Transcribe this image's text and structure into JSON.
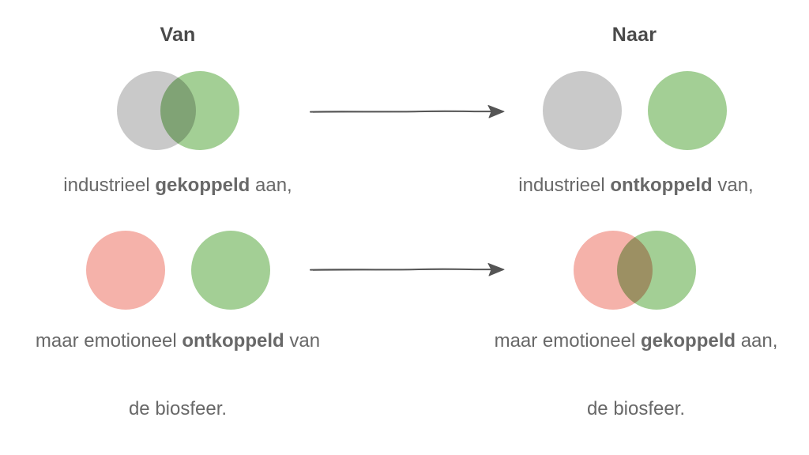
{
  "headers": {
    "left": "Van",
    "right": "Naar"
  },
  "colors": {
    "background": "#ffffff",
    "gray": "#c9c9c9",
    "green": "#a3cf95",
    "pink": "#f5b2aa",
    "heading_text": "#4a4a4a",
    "caption_text": "#686868",
    "arrow": "#555555"
  },
  "icons": {
    "arrow": "right-arrow"
  },
  "rows": [
    {
      "left": {
        "state": "overlapping",
        "circle_colors": [
          "gray",
          "green"
        ],
        "caption": {
          "pre": "industrieel ",
          "bold": "gekoppeld",
          "post": " aan,"
        }
      },
      "right": {
        "state": "separated",
        "circle_colors": [
          "gray",
          "green"
        ],
        "caption": {
          "pre": "industrieel ",
          "bold": "ontkoppeld",
          "post": " van,"
        }
      }
    },
    {
      "left": {
        "state": "separated",
        "circle_colors": [
          "pink",
          "green"
        ],
        "caption": {
          "pre": "maar emotioneel ",
          "bold": "ontkoppeld",
          "post": " van"
        }
      },
      "right": {
        "state": "overlapping",
        "circle_colors": [
          "pink",
          "green"
        ],
        "caption": {
          "pre": "maar emotioneel ",
          "bold": "gekoppeld",
          "post": " aan,"
        }
      }
    }
  ],
  "footer": {
    "left": "de biosfeer.",
    "right": "de biosfeer."
  }
}
